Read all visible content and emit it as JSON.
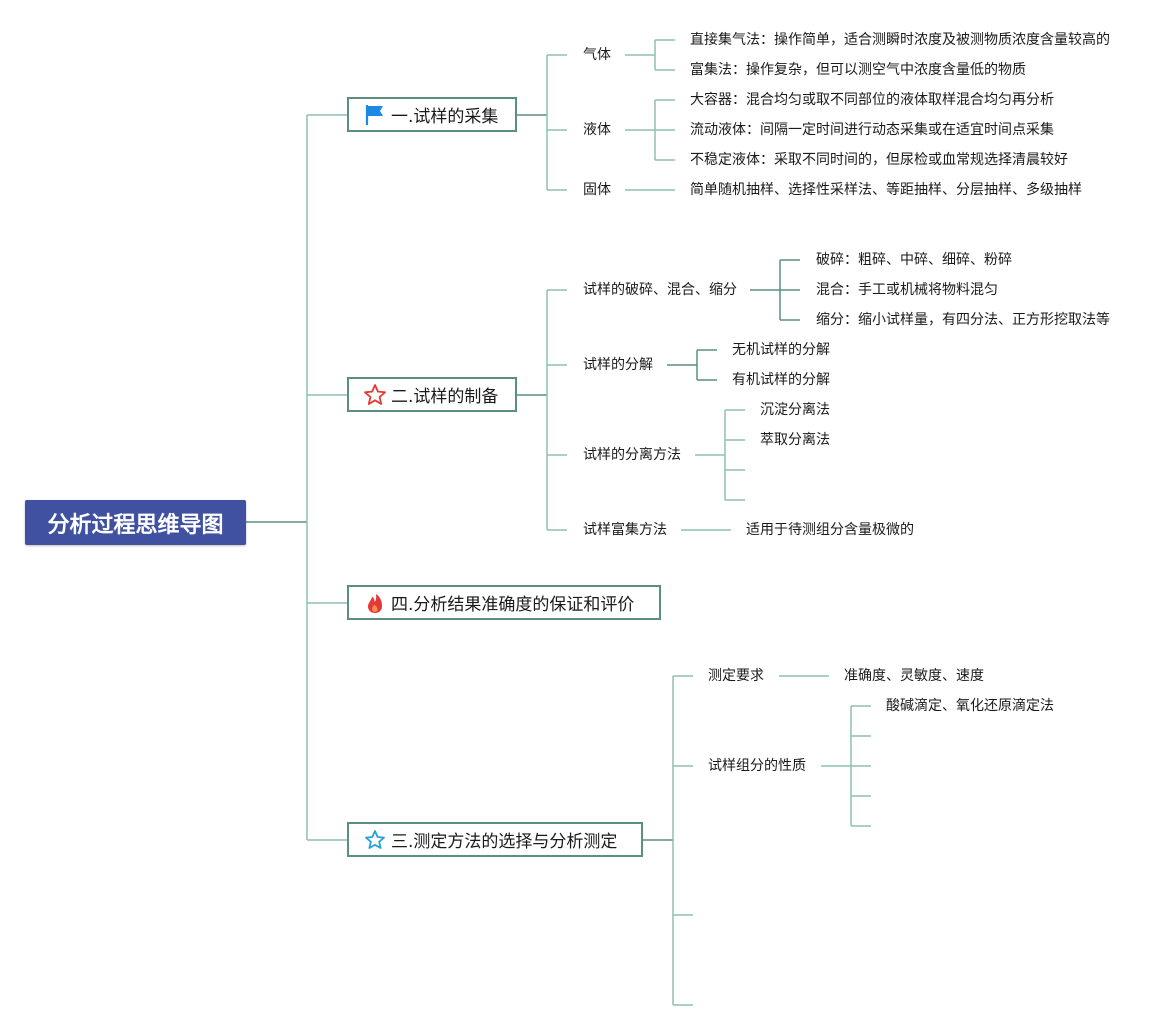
{
  "root": {
    "title": "分析过程思维导图"
  },
  "b1": {
    "title": "一.试样的采集",
    "icon": "flag-icon",
    "items": {
      "gas": {
        "label": "气体",
        "direct": "直接集气法：操作简单，适合测瞬时浓度及被测物质浓度含量较高的",
        "enrich": "富集法：操作复杂，但可以测空气中浓度含量低的物质"
      },
      "liquid": {
        "label": "液体",
        "big": "大容器：混合均匀或取不同部位的液体取样混合均匀再分析",
        "flow": "流动液体：间隔一定时间进行动态采集或在适宜时间点采集",
        "unstable": "不稳定液体：采取不同时间的，但尿检或血常规选择清晨较好"
      },
      "solid": {
        "label": "固体",
        "methods": "简单随机抽样、选择性采样法、等距抽样、分层抽样、多级抽样"
      }
    }
  },
  "b2": {
    "title": "二.试样的制备",
    "icon": "star-outline-icon",
    "items": {
      "crush": {
        "label": "试样的破碎、混合、缩分",
        "a": "破碎：粗碎、中碎、细碎、粉碎",
        "b": "混合：手工或机械将物料混匀",
        "c": "缩分：缩小试样量，有四分法、正方形挖取法等"
      },
      "decomp": {
        "label": "试样的分解",
        "a": "无机试样的分解",
        "b": "有机试样的分解"
      },
      "separate": {
        "label": "试样的分离方法",
        "a": "沉淀分离法",
        "b": "萃取分离法"
      },
      "enrich": {
        "label": "试样富集方法",
        "a": "适用于待测组分含量极微的"
      }
    }
  },
  "b4": {
    "title": "四.分析结果准确度的保证和评价",
    "icon": "fire-icon"
  },
  "b3": {
    "title": "三.测定方法的选择与分析测定",
    "icon": "star-outline-icon",
    "items": {
      "req": {
        "label": "测定要求",
        "a": "准确度、灵敏度、速度"
      },
      "nature": {
        "label": "试样组分的性质",
        "a": "酸碱滴定、氧化还原滴定法"
      }
    }
  },
  "colors": {
    "root_bg": "#3f51a0",
    "line": "#8fbfb0",
    "line_dark": "#5b8f80",
    "flag": "#1e88e5",
    "star_red": "#e53935",
    "star_blue": "#29a3d6",
    "fire": "#e53935"
  }
}
